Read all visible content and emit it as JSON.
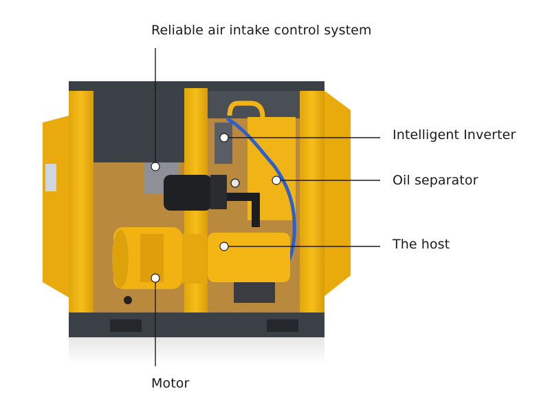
{
  "labels": {
    "intake": "Reliable air intake control system",
    "inverter": "Intelligent Inverter",
    "oil_separator": "Oil separator",
    "host": "The host",
    "motor": "Motor"
  },
  "colors": {
    "frame_yellow": "#f4b713",
    "frame_dark": "#3b3f46",
    "hose_blue": "#2f5fc9",
    "leader_line": "#1a1a1a"
  }
}
